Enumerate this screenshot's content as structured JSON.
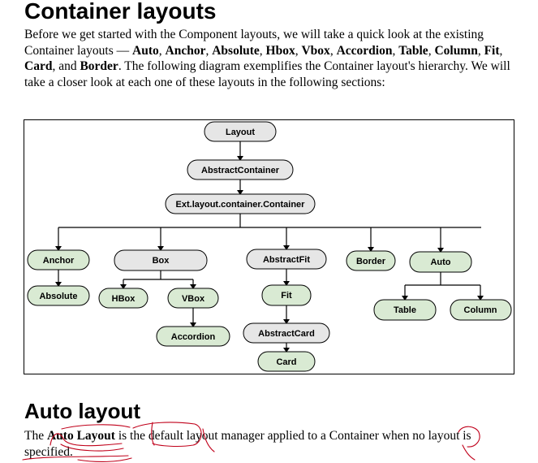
{
  "heading": "Container layouts",
  "intro": {
    "t1": "Before we get started with the Component layouts, we will take a quick look at the existing Container layouts — ",
    "b1": "Auto",
    "s1": ", ",
    "b2": "Anchor",
    "s2": ", ",
    "b3": "Absolute",
    "s3": ", ",
    "b4": "Hbox",
    "s4": ", ",
    "b5": "Vbox",
    "s5": ", ",
    "b6": "Accordion",
    "s6": ", ",
    "b7": "Table",
    "s7": ", ",
    "b8": "Column",
    "s8": ", ",
    "b9": "Fit",
    "s9": ", ",
    "b10": "Card",
    "s10": ", and ",
    "b11": "Border",
    "t2": ". The following diagram exemplifies the Container layout's hierarchy. We will take a closer look at each one of these layouts in the following sections:"
  },
  "diagram": {
    "layout": "Layout",
    "abstract_container": "AbstractContainer",
    "container": "Ext.layout.container.Container",
    "anchor": "Anchor",
    "box": "Box",
    "abstract_fit": "AbstractFit",
    "border": "Border",
    "auto": "Auto",
    "absolute": "Absolute",
    "hbox": "HBox",
    "vbox": "VBox",
    "fit": "Fit",
    "table": "Table",
    "column": "Column",
    "accordion": "Accordion",
    "abstract_card": "AbstractCard",
    "card": "Card",
    "colors": {
      "gray": "#e6e6e6",
      "green": "#d9ead3"
    }
  },
  "heading2": "Auto layout",
  "outro": {
    "t1": "The ",
    "b1": "Auto Layout",
    "t2": " is the default layout manager applied to a Container when no layout is specified."
  }
}
